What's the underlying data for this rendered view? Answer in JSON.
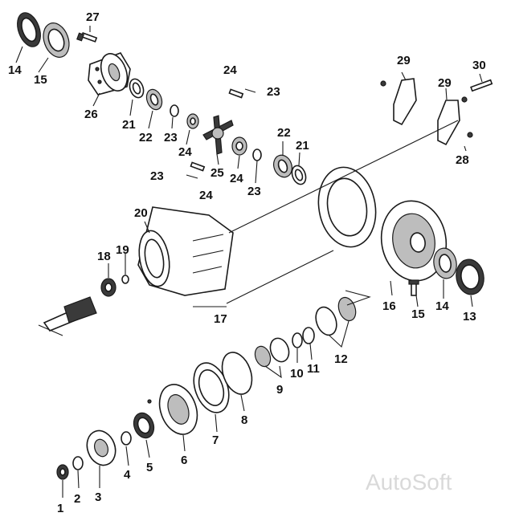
{
  "diagram": {
    "labels": {
      "p1": "1",
      "p2": "2",
      "p3": "3",
      "p4": "4",
      "p5": "5",
      "p6": "6",
      "p7": "7",
      "p8": "8",
      "p9": "9",
      "p10": "10",
      "p11": "11",
      "p12": "12",
      "p13": "13",
      "p14a": "14",
      "p14b": "14",
      "p15a": "15",
      "p15b": "15",
      "p16": "16",
      "p17": "17",
      "p18": "18",
      "p19": "19",
      "p20": "20",
      "p21a": "21",
      "p21b": "21",
      "p22a": "22",
      "p22b": "22",
      "p23a": "23",
      "p23b": "23",
      "p23c": "23",
      "p23d": "23",
      "p24a": "24",
      "p24b": "24",
      "p24c": "24",
      "p24d": "24",
      "p25": "25",
      "p26": "26",
      "p27": "27",
      "p28": "28",
      "p29a": "29",
      "p29b": "29",
      "p30": "30"
    },
    "watermark": "AutoSoft"
  }
}
